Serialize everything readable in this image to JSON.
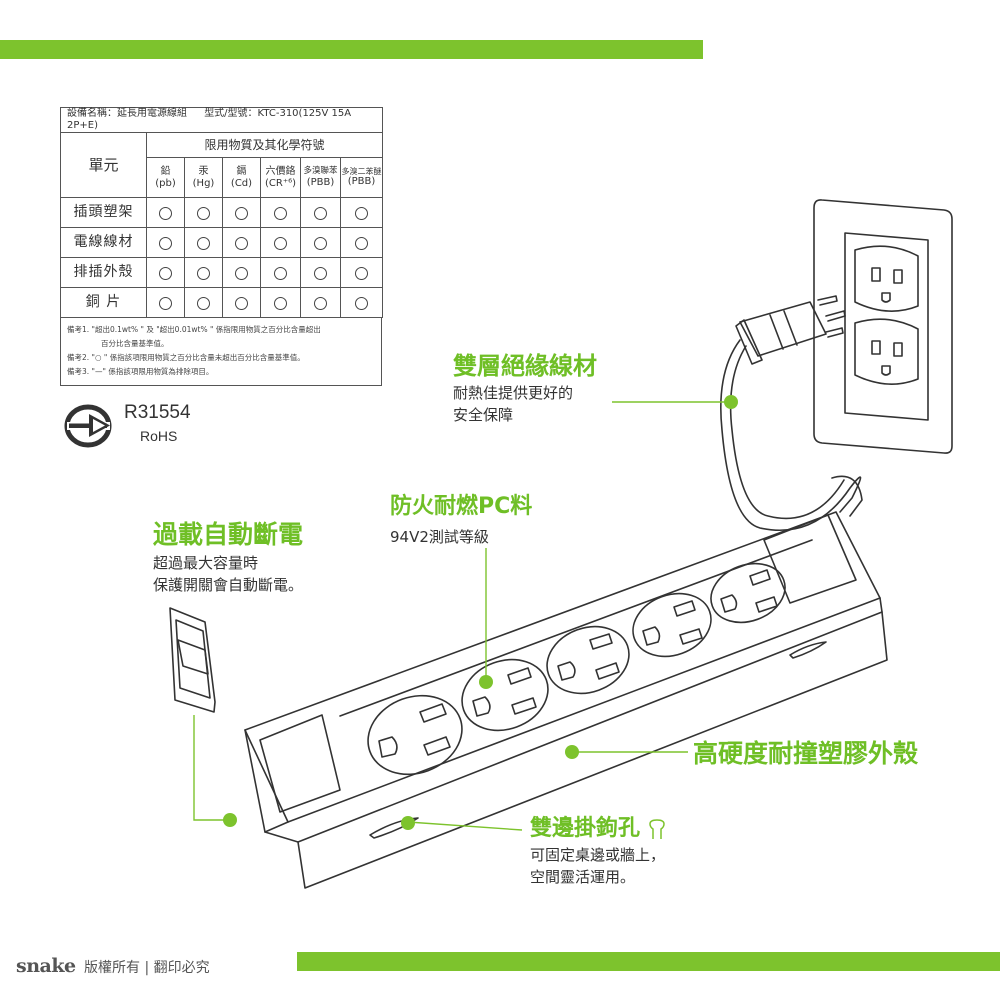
{
  "table": {
    "equipment_name": "設備名稱：延長用電源線組",
    "model": "型式/型號：KTC-310(125V 15A 2P+E)",
    "group_header": "限用物質及其化學符號",
    "unit_label": "單元",
    "substances": [
      {
        "name": "鉛",
        "symbol": "(pb)"
      },
      {
        "name": "汞",
        "symbol": "(Hg)"
      },
      {
        "name": "鎘",
        "symbol": "(Cd)"
      },
      {
        "name": "六價鉻",
        "symbol": "(CR⁺⁶)"
      },
      {
        "name": "多溴聯苯",
        "symbol": "(PBB)"
      },
      {
        "name": "多溴二苯醚",
        "symbol": "(PBB)"
      }
    ],
    "rows": [
      {
        "name": "插頭塑架",
        "marks": [
          "○",
          "○",
          "○",
          "○",
          "○",
          "○"
        ]
      },
      {
        "name": "電線線材",
        "marks": [
          "○",
          "○",
          "○",
          "○",
          "○",
          "○"
        ]
      },
      {
        "name": "排插外殼",
        "marks": [
          "○",
          "○",
          "○",
          "○",
          "○",
          "○"
        ]
      },
      {
        "name": "銅 片",
        "marks": [
          "○",
          "○",
          "○",
          "○",
          "○",
          "○"
        ]
      }
    ],
    "notes": {
      "note1_a": "備考1. \"超出0.1wt% \" 及 \"超出0.01wt% \" 係指限用物質之百分比含量超出",
      "note1_b": "百分比含量基準值。",
      "note2": "備考2. \"○ \" 係指該項限用物質之百分比含量未超出百分比含量基準值。",
      "note3": "備考3. \"—\" 係指該項限用物質為排除項目。"
    }
  },
  "cert": {
    "code": "R31554",
    "rohs": "RoHS"
  },
  "features": {
    "cable": {
      "title": "雙層絕緣線材",
      "desc1": "耐熱佳提供更好的",
      "desc2": "安全保障"
    },
    "fire": {
      "title": "防火耐燃PC料",
      "desc1": "94V2測試等級"
    },
    "overload": {
      "title": "過載自動斷電",
      "desc1": "超過最大容量時",
      "desc2": "保護開關會自動斷電。"
    },
    "shell": {
      "title": "高硬度耐撞塑膠外殼"
    },
    "hook": {
      "title": "雙邊掛鉤孔",
      "desc1": "可固定桌邊或牆上，",
      "desc2": "空間靈活運用。"
    }
  },
  "footer": {
    "brand": "snake",
    "copyright": "版權所有 | 翻印必究"
  },
  "colors": {
    "accent": "#7dc32d",
    "title_green": "#6fbf26",
    "line": "#444444"
  },
  "icons": [
    "bsmi-icon",
    "hook-icon",
    "power-strip-illustration",
    "rocker-switch-illustration",
    "wall-outlet-illustration"
  ]
}
